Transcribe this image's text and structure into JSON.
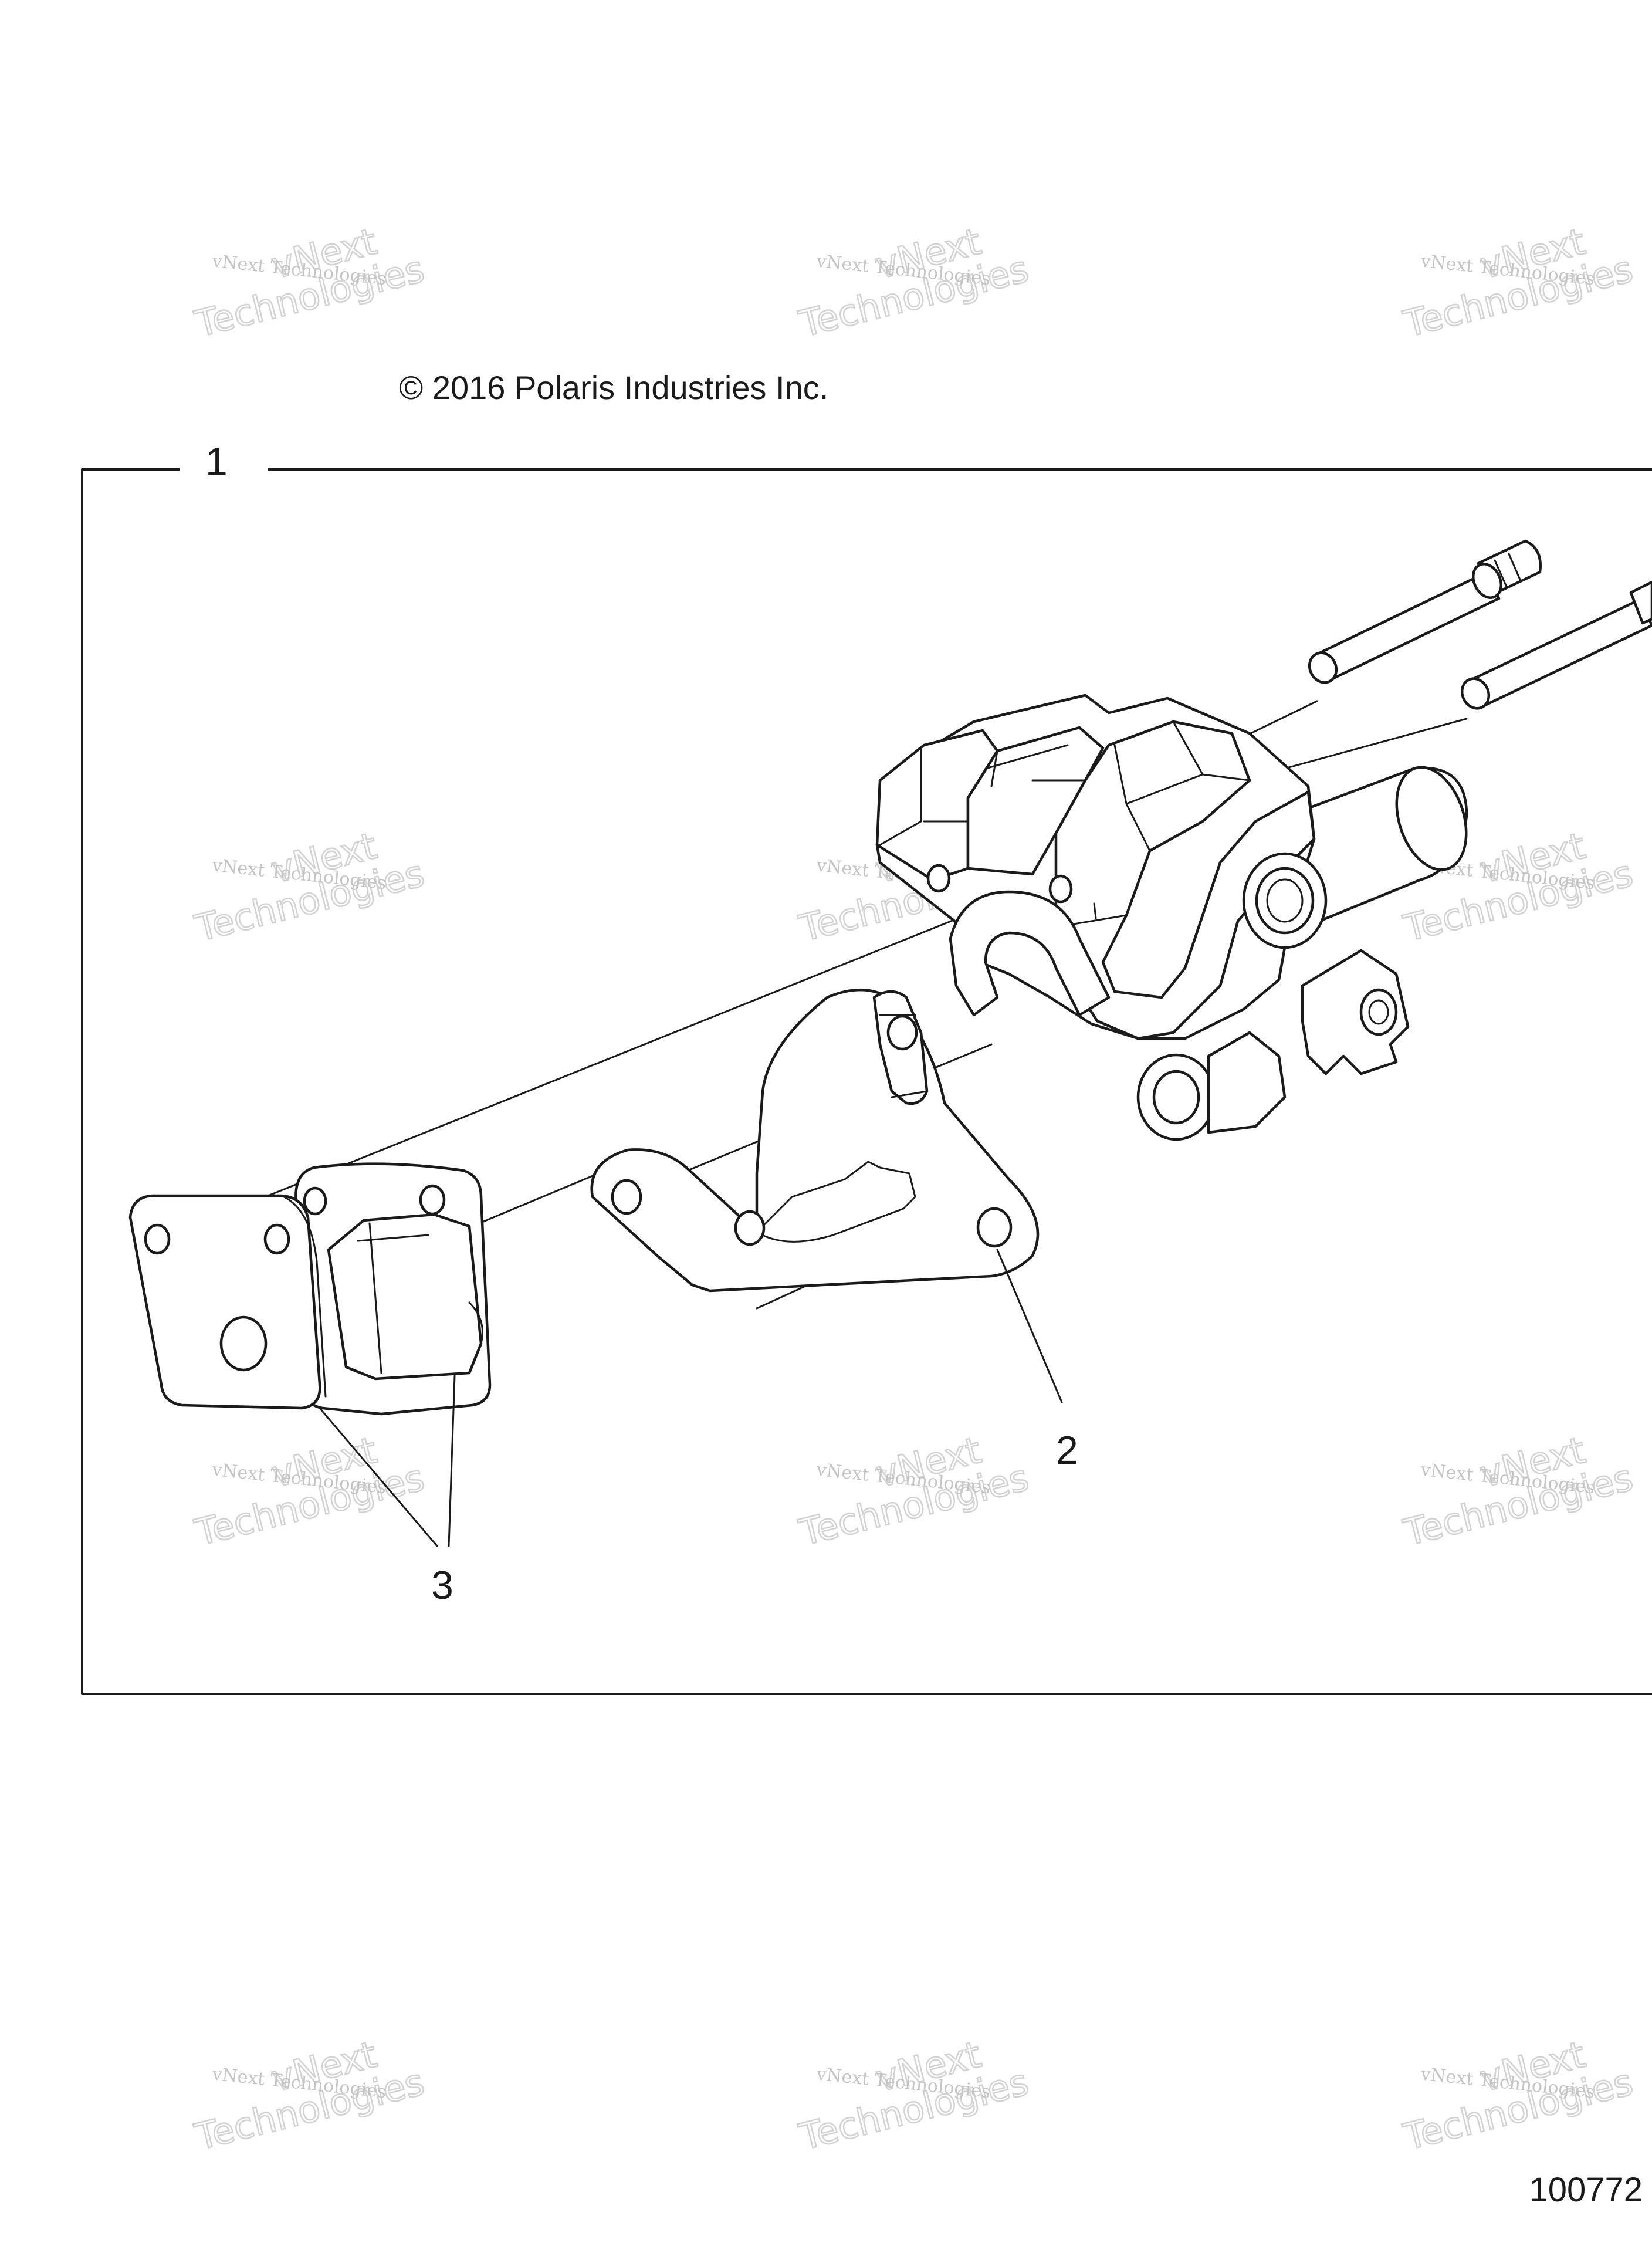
{
  "copyright": "© 2016 Polaris Industries Inc.",
  "callouts": {
    "assembly": "1",
    "bracket": "2",
    "pads": "3"
  },
  "diagram_number": "100772",
  "watermark": {
    "line1": "vNext",
    "line2": "Technologies",
    "small": "vNext Technologies"
  },
  "colors": {
    "ink": "#1a1a1a",
    "watermark": "#c4c4c4",
    "background": "#ffffff"
  }
}
